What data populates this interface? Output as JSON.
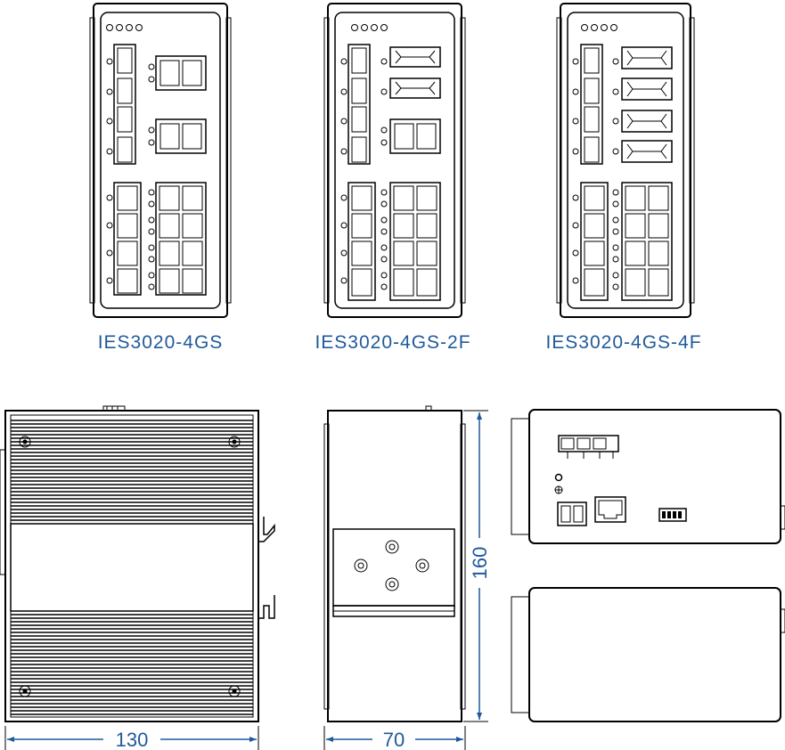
{
  "models": [
    {
      "name": "IES3020-4GS"
    },
    {
      "name": "IES3020-4GS-2F"
    },
    {
      "name": "IES3020-4GS-4F"
    }
  ],
  "dimensions": {
    "width": "130",
    "depth": "70",
    "height": "160"
  },
  "colors": {
    "label": "#1f5a9a",
    "line": "#000000"
  }
}
